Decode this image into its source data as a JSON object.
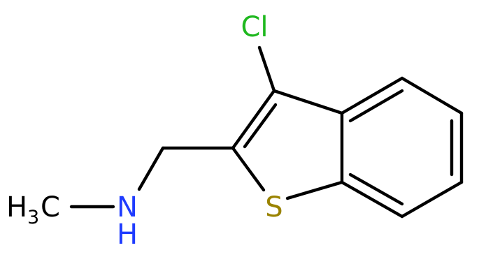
{
  "molecule": {
    "atoms": {
      "chlorine": {
        "symbol": "Cl",
        "color": "#1fb81f"
      },
      "sulfur": {
        "symbol": "S",
        "color": "#9a8300"
      },
      "nitrogen": {
        "symbol": "N",
        "color": "#1f3cff",
        "hydrogen": "H"
      },
      "methyl": {
        "symbol": "H",
        "subscript": "3",
        "carbon": "C",
        "color": "#000000"
      }
    },
    "bond_color": "#000000",
    "background": "#ffffff"
  }
}
